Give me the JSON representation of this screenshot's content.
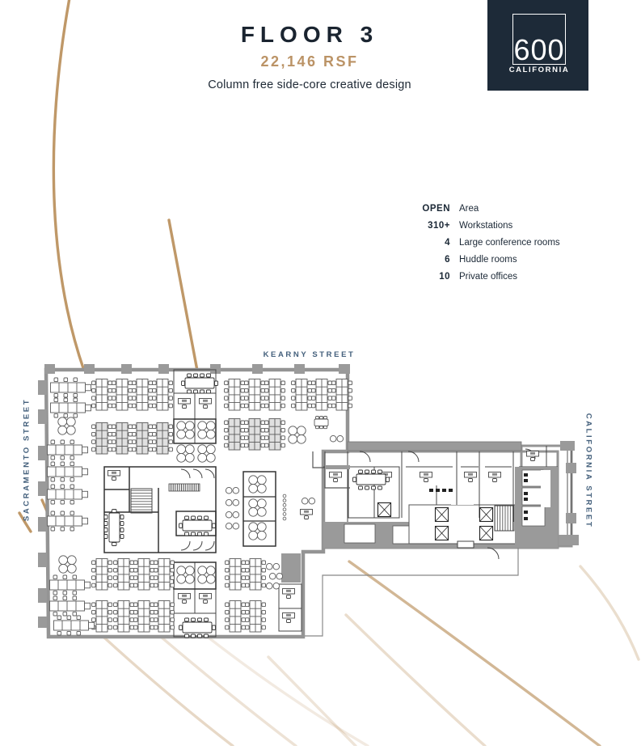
{
  "header": {
    "title": "FLOOR 3",
    "rsf": "22,146 RSF",
    "tagline": "Column free side-core creative design"
  },
  "logo": {
    "number": "600",
    "name": "CALIFORNIA"
  },
  "legend": {
    "rows": [
      {
        "value": "OPEN",
        "label": "Area"
      },
      {
        "value": "310+",
        "label": "Workstations"
      },
      {
        "value": "4",
        "label": "Large conference rooms"
      },
      {
        "value": "6",
        "label": "Huddle rooms"
      },
      {
        "value": "10",
        "label": "Private offices"
      }
    ]
  },
  "streets": {
    "top": "KEARNY STREET",
    "left": "SACRAMENTO STREET",
    "right": "CALIFORNIA STREET"
  },
  "colors": {
    "navy": "#1d2a38",
    "gold": "#bb9366",
    "street_label": "#44607c",
    "wall_gray": "#9a9a9a",
    "line_dark": "#444444",
    "arc_tan": "#bf9868"
  },
  "floorplan": {
    "benches_v": [
      [
        113,
        468,
        0
      ],
      [
        138,
        468,
        0
      ],
      [
        163,
        468,
        0
      ],
      [
        188,
        468,
        0
      ],
      [
        277,
        468,
        0
      ],
      [
        302,
        468,
        0
      ],
      [
        327,
        468,
        0
      ],
      [
        360,
        468,
        0
      ],
      [
        385,
        468,
        0
      ],
      [
        410,
        468,
        0
      ],
      [
        113,
        522,
        1
      ],
      [
        138,
        522,
        1
      ],
      [
        163,
        522,
        1
      ],
      [
        188,
        522,
        1
      ],
      [
        277,
        517,
        1
      ],
      [
        302,
        517,
        1
      ],
      [
        327,
        517,
        1
      ],
      [
        113,
        690,
        0
      ],
      [
        140,
        690,
        0
      ],
      [
        165,
        690,
        0
      ],
      [
        190,
        690,
        0
      ],
      [
        278,
        690,
        0
      ],
      [
        303,
        690,
        0
      ],
      [
        113,
        742,
        0
      ],
      [
        140,
        742,
        0
      ],
      [
        165,
        742,
        0
      ],
      [
        190,
        742,
        0
      ],
      [
        278,
        742,
        0
      ],
      [
        303,
        742,
        0
      ]
    ],
    "benches_h": [
      [
        62,
        467
      ],
      [
        62,
        492
      ],
      [
        58,
        544
      ],
      [
        58,
        571
      ],
      [
        58,
        599
      ],
      [
        58,
        632
      ],
      [
        61,
        711
      ],
      [
        61,
        737
      ],
      [
        66,
        761
      ]
    ],
    "tables4": [
      [
        71,
        515
      ],
      [
        218,
        520
      ],
      [
        244,
        520
      ],
      [
        218,
        549
      ],
      [
        244,
        549
      ],
      [
        356,
        526
      ],
      [
        307,
        587
      ],
      [
        307,
        616
      ],
      [
        307,
        645
      ],
      [
        72,
        686
      ],
      [
        218,
        699
      ],
      [
        244,
        699
      ]
    ],
    "phone_pairs": [
      [
        279,
        602
      ],
      [
        279,
        617
      ],
      [
        279,
        632
      ],
      [
        279,
        646
      ],
      [
        408,
        538
      ],
      [
        373,
        615
      ],
      [
        329,
        696
      ],
      [
        333,
        708
      ],
      [
        329,
        720
      ]
    ],
    "pc_desks": [
      [
        220,
        492
      ],
      [
        246,
        492
      ],
      [
        220,
        733
      ],
      [
        246,
        733
      ],
      [
        349,
        727
      ],
      [
        349,
        757
      ],
      [
        407,
        583
      ],
      [
        469,
        583
      ],
      [
        519,
        583
      ],
      [
        574,
        583
      ],
      [
        604,
        583
      ],
      [
        651,
        557
      ],
      [
        133,
        581
      ],
      [
        371,
        629
      ]
    ],
    "conf_tables": [
      [
        224,
        461,
        0
      ],
      [
        221,
        637,
        0
      ],
      [
        221,
        763,
        0
      ],
      [
        436,
        580,
        0
      ],
      [
        128,
        629,
        90
      ]
    ],
    "mini_tables": [
      [
        386,
        514
      ]
    ],
    "elevators": [
      [
        467,
        621
      ],
      [
        538,
        627
      ],
      [
        538,
        650
      ],
      [
        593,
        627
      ],
      [
        593,
        650
      ]
    ],
    "dot_cols": [
      [
        348,
        610
      ]
    ]
  }
}
